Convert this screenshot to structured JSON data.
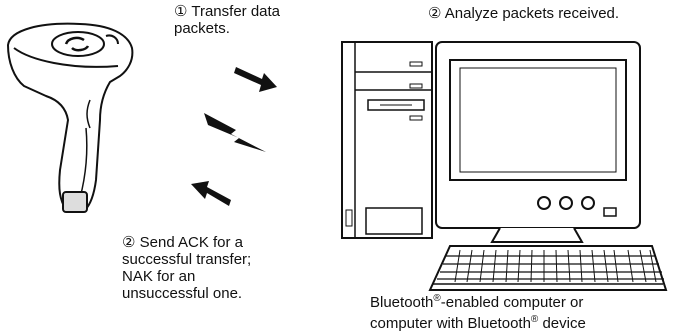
{
  "step1": {
    "marker": "①",
    "text": "Transfer data\npackets."
  },
  "step2": {
    "marker": "②",
    "text": "Analyze packets received."
  },
  "step3": {
    "marker": "②",
    "text": "Send ACK for a\nsuccessful transfer;\nNAK for an\nunsuccessful one."
  },
  "caption": {
    "line1_a": "Bluetooth",
    "reg": "®",
    "line1_b": "-enabled computer or",
    "line2_a": "computer with Bluetooth",
    "line2_b": " device"
  },
  "icons": {
    "scanner": "barcode-scanner-icon",
    "computer": "desktop-computer-icon",
    "wireless": "lightning-bolt-icon"
  }
}
